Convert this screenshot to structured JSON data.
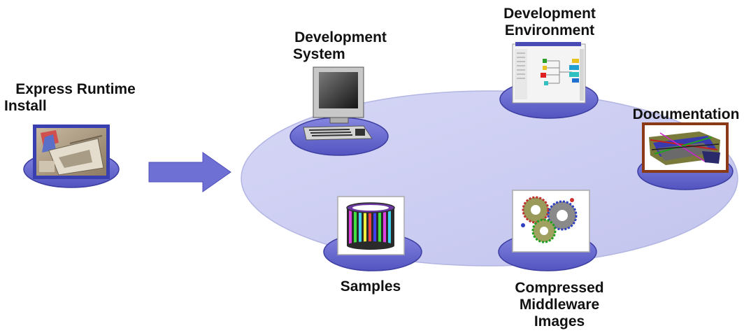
{
  "colors": {
    "platter": "#c9caf0",
    "platter_edge": "#b9bbe6",
    "disc": "#6a6bd2",
    "disc_edge": "#3c3da0",
    "arrow": "#6f70d4",
    "frame_brown": "#8a3a16"
  },
  "labels": {
    "express": [
      "Express Runtime",
      "Install"
    ],
    "dev_system": [
      "Development",
      "System"
    ],
    "dev_env": [
      "Development",
      "Environment"
    ],
    "documentation": [
      "Documentation"
    ],
    "samples": [
      "Samples"
    ],
    "compressed": [
      "Compressed",
      "Middleware",
      "Images"
    ]
  },
  "icons": {
    "express": "installer-screenshot-icon",
    "dev_system": "desktop-computer-icon",
    "dev_env": "ide-window-icon",
    "documentation": "documentation-picture-icon",
    "samples": "sample-cylinder-icon",
    "compressed": "gears-icon",
    "arrow": "right-arrow-icon"
  }
}
